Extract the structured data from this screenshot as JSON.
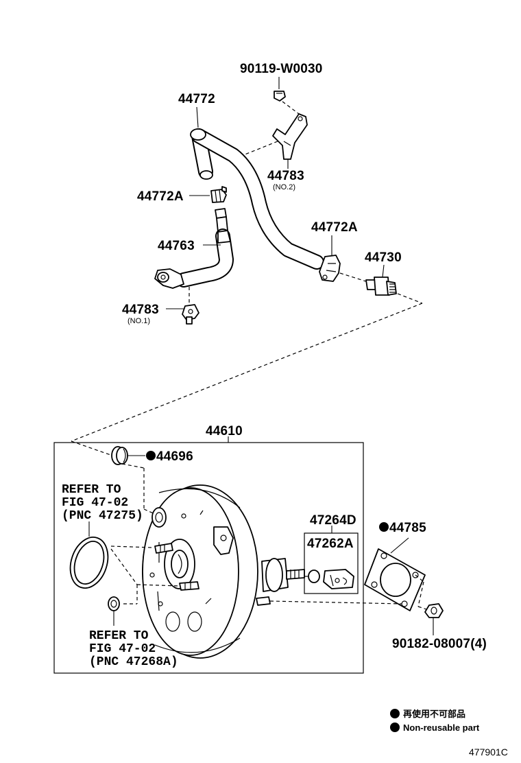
{
  "diagram": {
    "labels": {
      "bolt_90119": "90119-W0030",
      "hose_44772": "44772",
      "clamp_44783_no2": "44783",
      "clamp_44783_no2_sub": "(NO.2)",
      "clip_44772a_left": "44772A",
      "hose_44763": "44763",
      "clip_44772a_right": "44772A",
      "valve_44730": "44730",
      "clamp_44783_no1": "44783",
      "clamp_44783_no1_sub": "(NO.1)",
      "booster_44610": "44610",
      "grommet_44696": "44696",
      "kit_47264d": "47264D",
      "pin_47262a": "47262A",
      "gasket_44785": "44785",
      "nut_90182": "90182-08007(4)"
    },
    "notes": {
      "refer_upper_1": "REFER TO",
      "refer_upper_2": "FIG 47-02",
      "refer_upper_3": "(PNC 47275)",
      "refer_lower_1": "REFER TO",
      "refer_lower_2": "FIG 47-02",
      "refer_lower_3": "(PNC 47268A)"
    },
    "legend": {
      "japanese": "再使用不可部品",
      "english": "Non-reusable part"
    },
    "figure_id": "477901C"
  }
}
